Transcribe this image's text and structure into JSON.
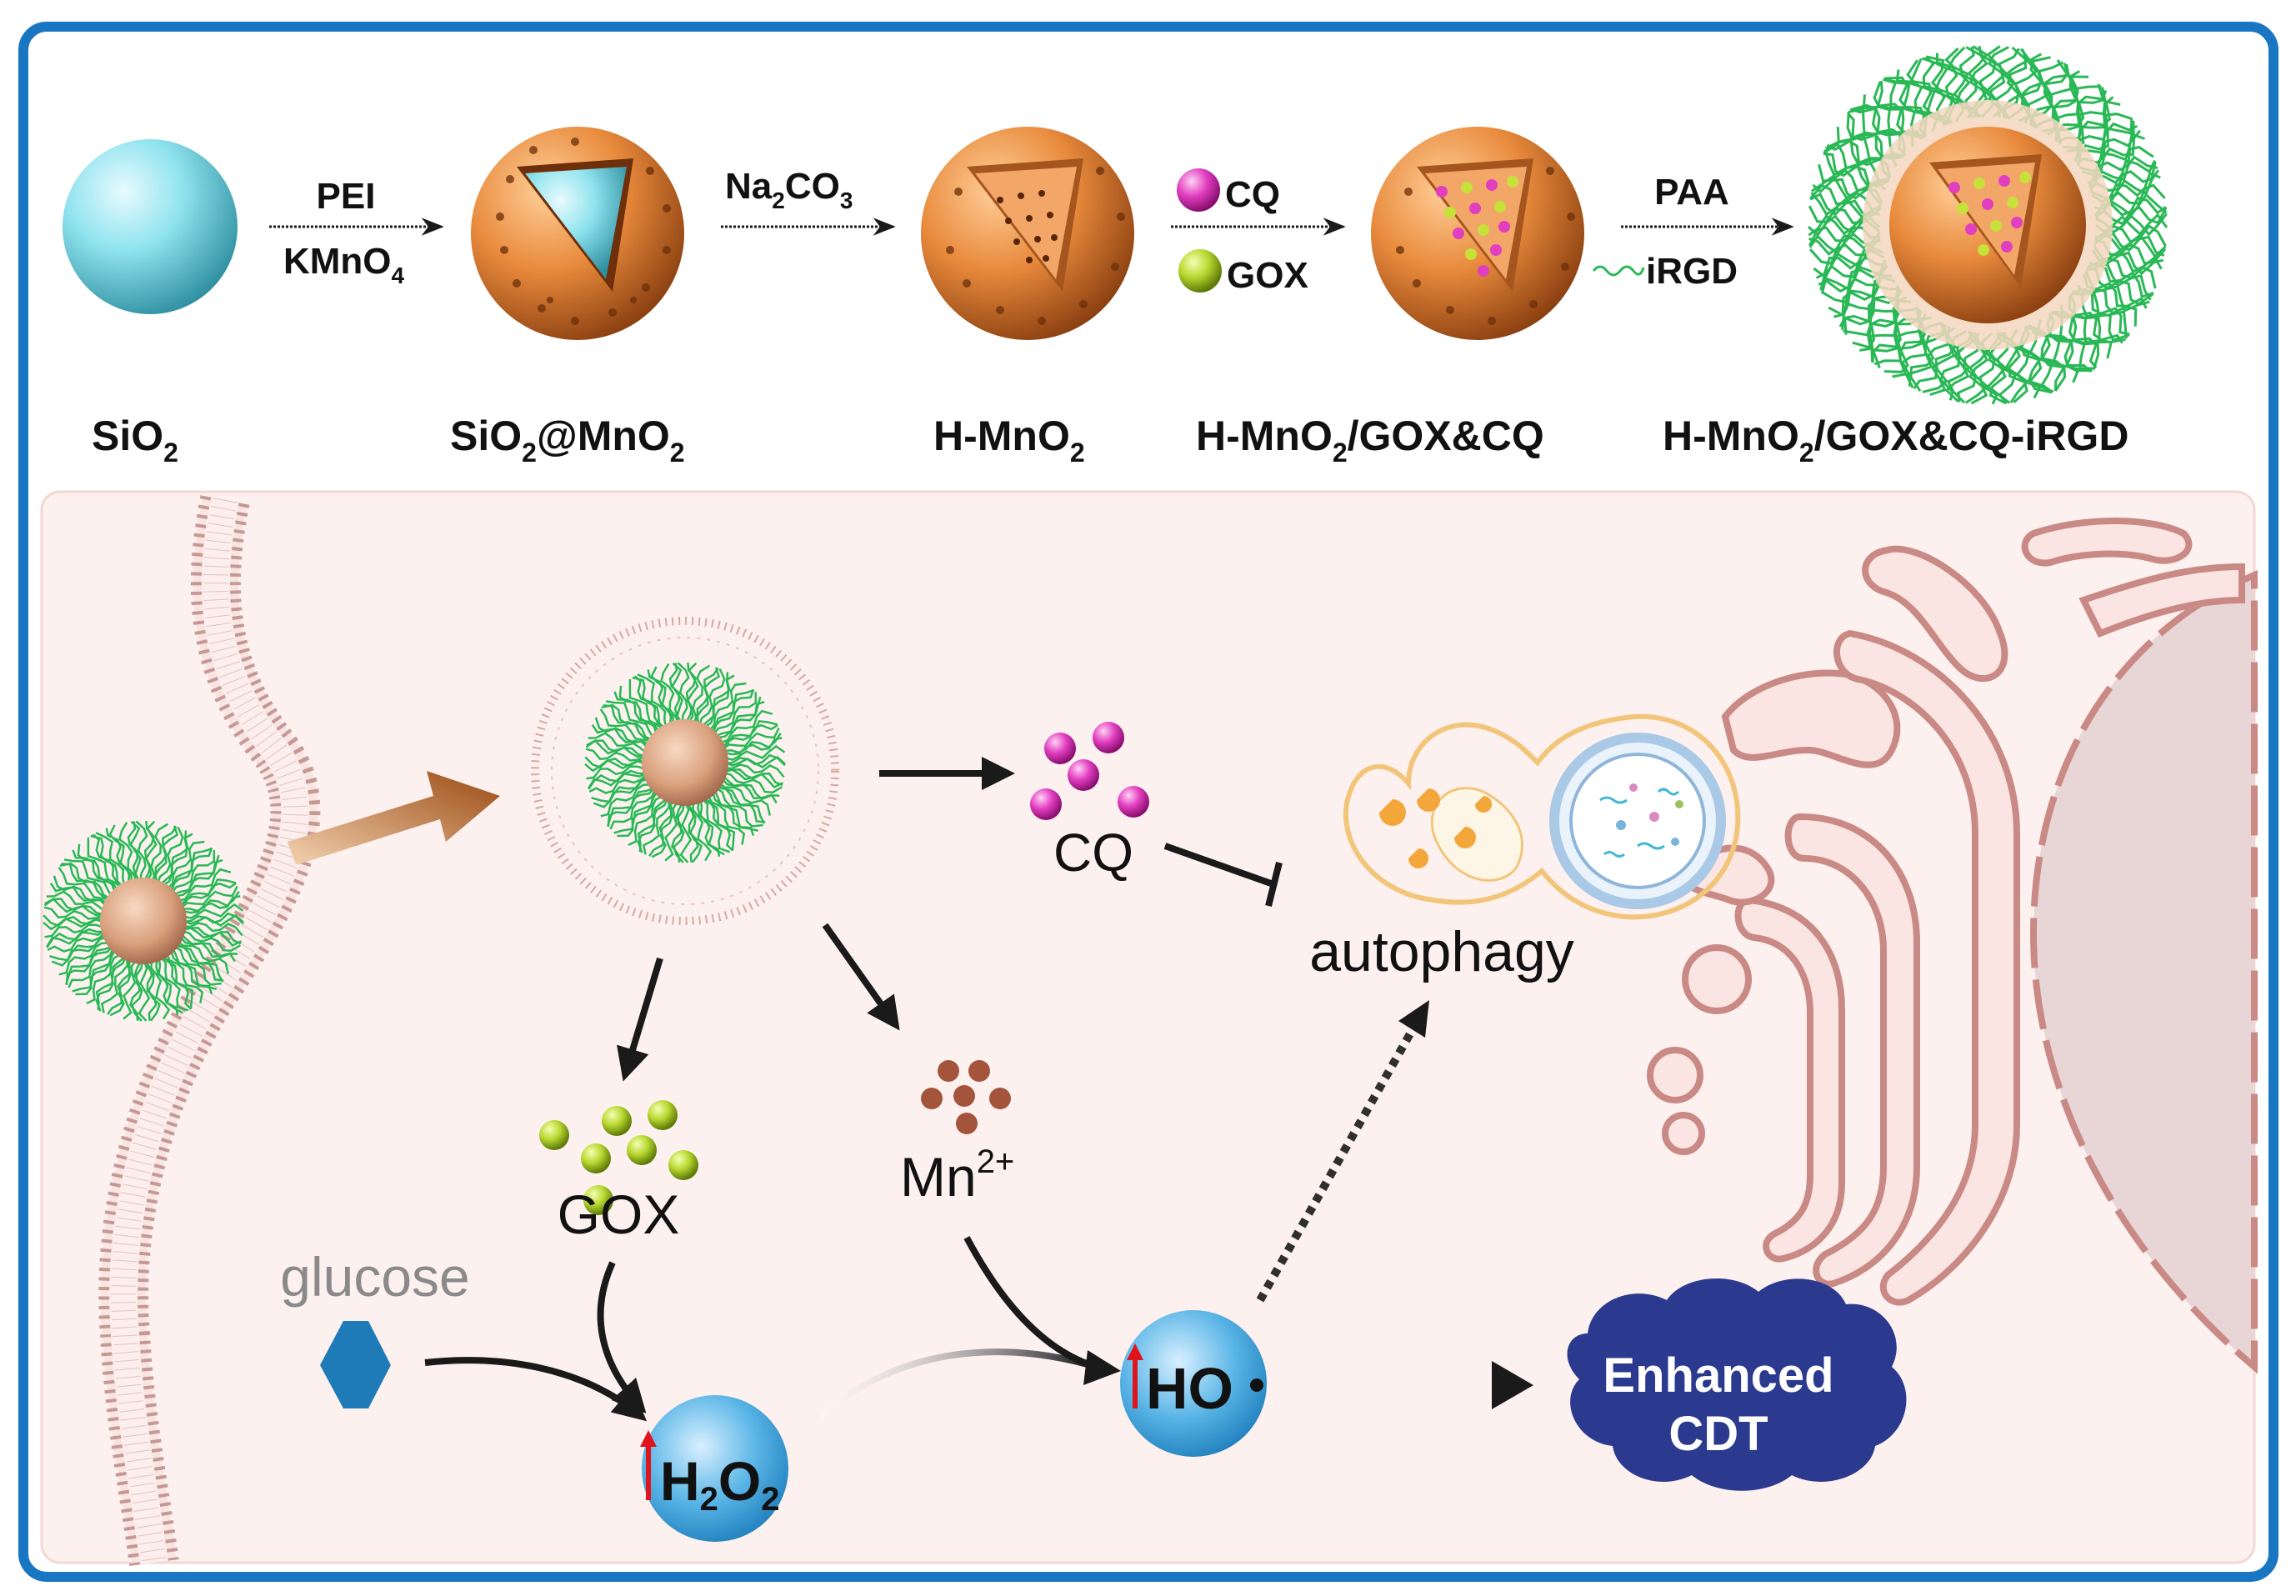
{
  "synthesis": {
    "step1": {
      "top": "PEI",
      "bottom_main": "KMnO",
      "bottom_sub": "4"
    },
    "step2": {
      "top_a": "Na",
      "top_sub1": "2",
      "top_b": "CO",
      "top_sub2": "3"
    },
    "step3": {
      "top": "CQ",
      "bottom": "GOX"
    },
    "step4": {
      "top": "PAA",
      "bottom": "iRGD"
    },
    "names": {
      "sio2": {
        "a": "SiO",
        "sub": "2"
      },
      "sio2_mno2": {
        "a": "SiO",
        "sub1": "2",
        "b": "@MnO",
        "sub2": "2"
      },
      "h_mno2": {
        "a": "H-MnO",
        "sub": "2"
      },
      "loaded": {
        "a": "H-MnO",
        "sub": "2",
        "b": "/GOX&CQ"
      },
      "final": {
        "a": "H-MnO",
        "sub": "2",
        "b": "/GOX&CQ-iRGD"
      }
    }
  },
  "mechanism": {
    "cq": "CQ",
    "autophagy": "autophagy",
    "gox": "GOX",
    "mn": {
      "base": "Mn",
      "sup": "2+"
    },
    "glucose": "glucose",
    "h2o2": {
      "a": "H",
      "sub1": "2",
      "b": "O",
      "sub2": "2"
    },
    "ho": "HO",
    "cdt_line1": "Enhanced",
    "cdt_line2": "CDT"
  },
  "colors": {
    "frame": "#1976c2",
    "cell_bg": "#fdf1f0",
    "membrane": "#c99a95",
    "silica": "#8fe3ee",
    "mno2": "#e88a3c",
    "peg": "#2ab856",
    "cq": "#e23fc0",
    "gox": "#b8d830",
    "mn": "#a4543a",
    "bubble": "#5ab5e6",
    "cloud": "#2b3a8f",
    "glucose": "#1f7bb8",
    "red_arrow": "#e0141c"
  }
}
